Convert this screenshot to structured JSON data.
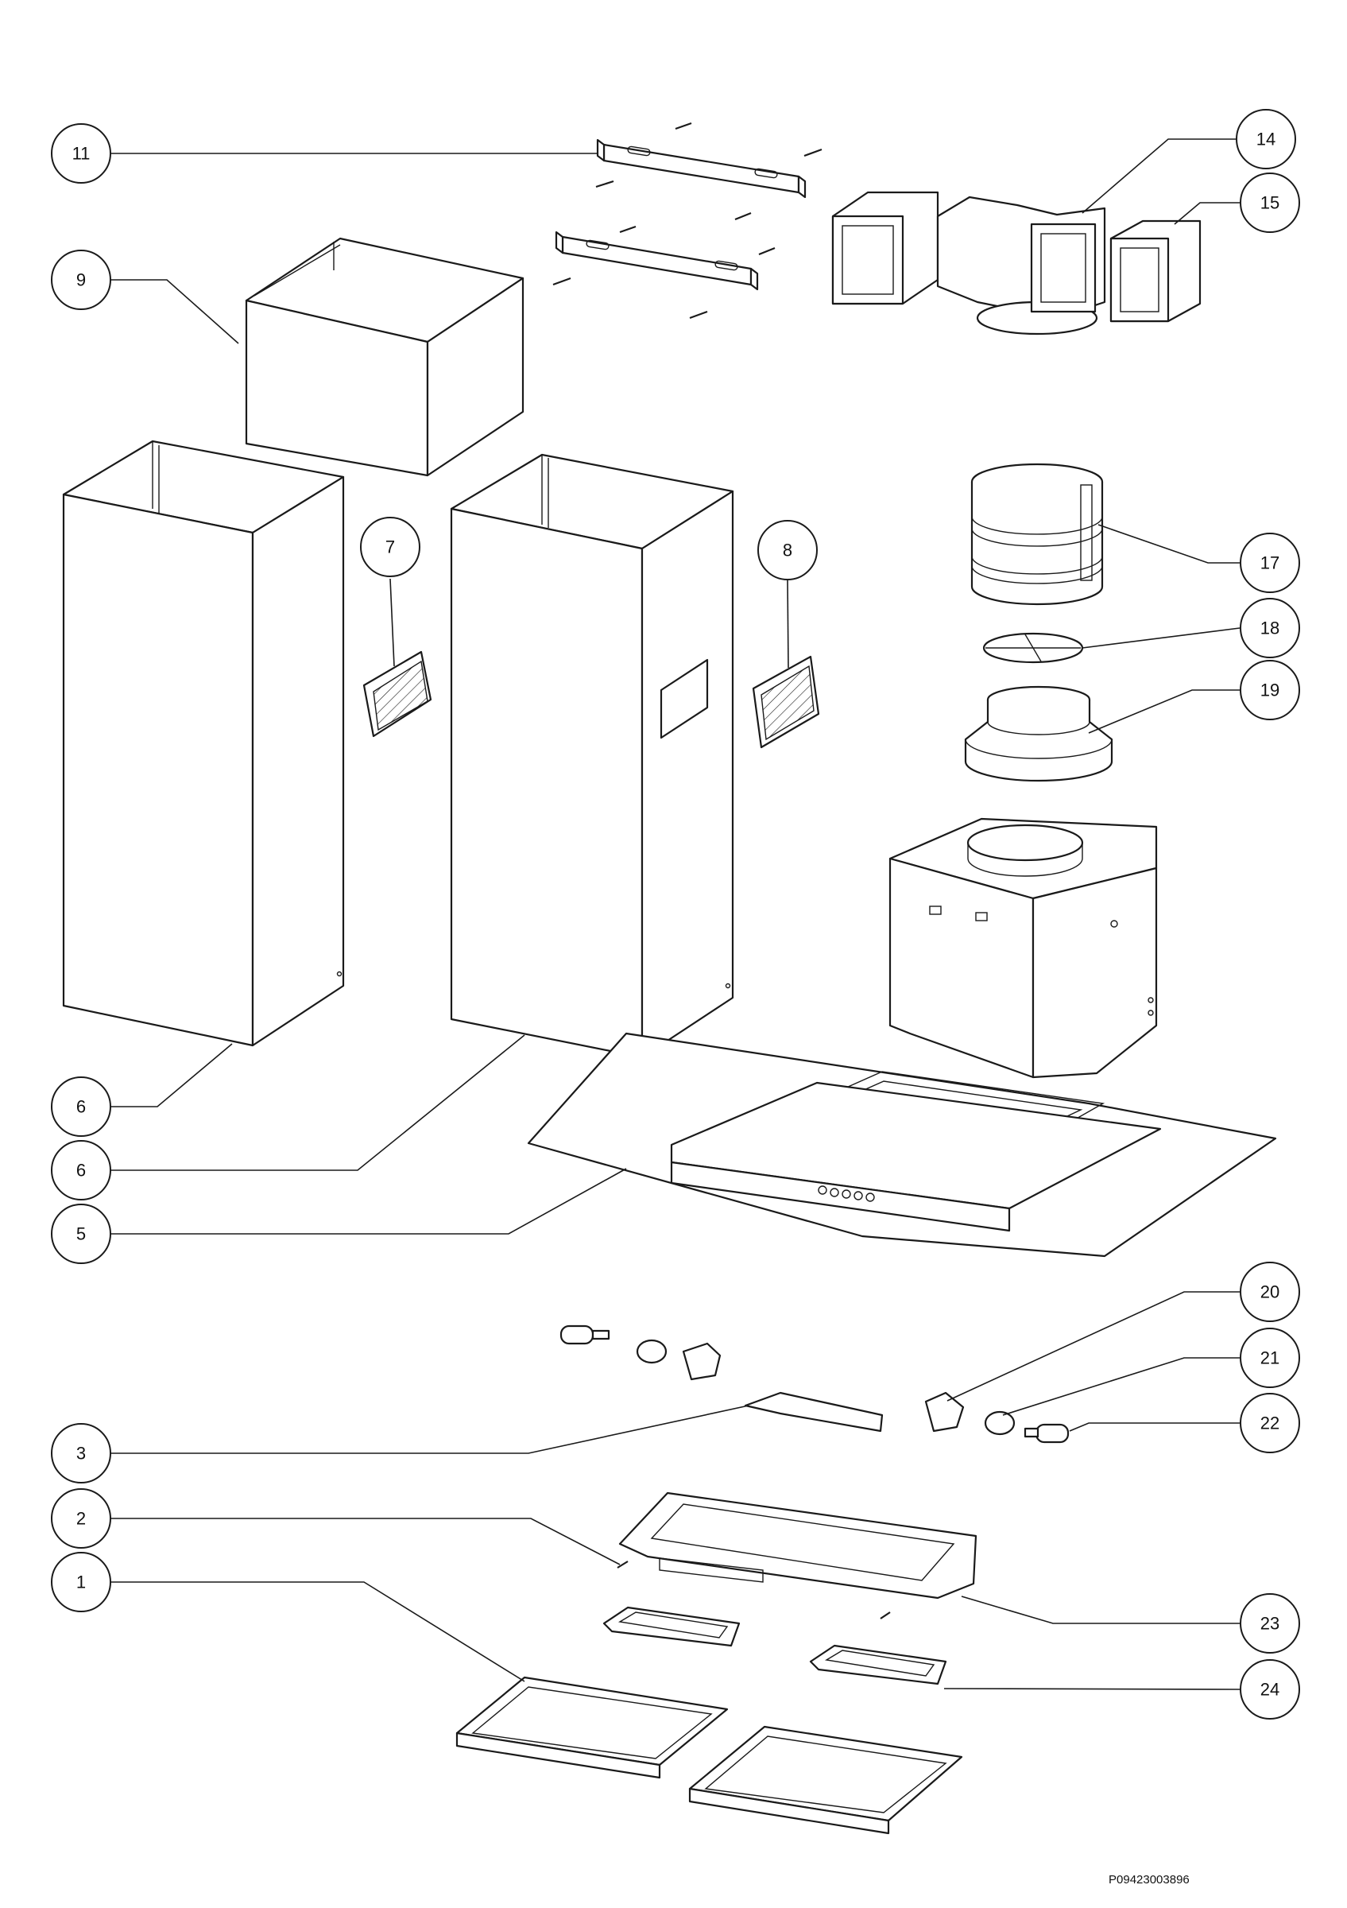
{
  "callouts": [
    {
      "label": "11"
    },
    {
      "label": "9"
    },
    {
      "label": "14"
    },
    {
      "label": "15"
    },
    {
      "label": "7"
    },
    {
      "label": "8"
    },
    {
      "label": "17"
    },
    {
      "label": "18"
    },
    {
      "label": "19"
    },
    {
      "label": "6"
    },
    {
      "label": "6"
    },
    {
      "label": "5"
    },
    {
      "label": "20"
    },
    {
      "label": "21"
    },
    {
      "label": "22"
    },
    {
      "label": "3"
    },
    {
      "label": "2"
    },
    {
      "label": "1"
    },
    {
      "label": "23"
    },
    {
      "label": "24"
    }
  ],
  "document_code": "P09423003896"
}
